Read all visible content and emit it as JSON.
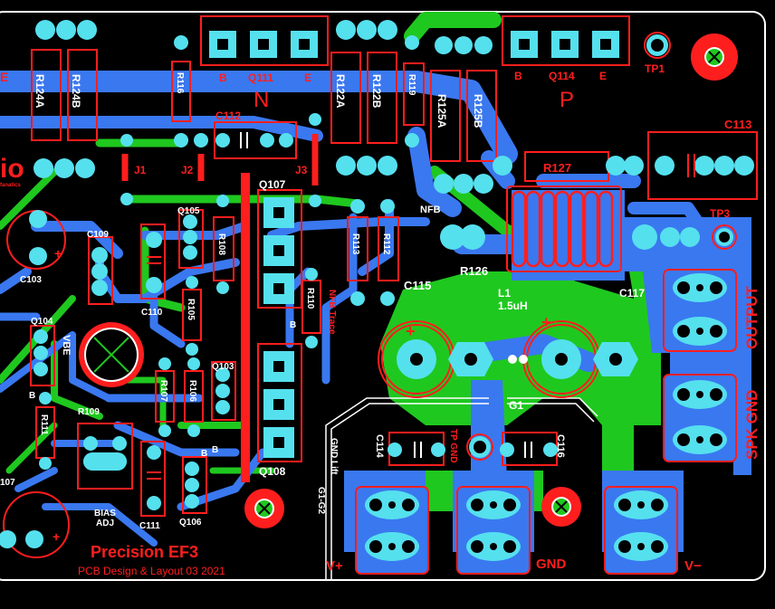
{
  "board": {
    "title": "Precision EF3",
    "subtitle": "PCB Design & Layout 03 2021",
    "fanatics": "fanatics",
    "fragment_text": "io"
  },
  "colors": {
    "background": "#000000",
    "bottom_copper": "#3a78f0",
    "top_copper": "#1fc81f",
    "silkscreen": "#ff1e1e",
    "pad": "#55e0ee",
    "outline": "#ffffff"
  },
  "transistors": [
    {
      "ref": "Q111",
      "type": "N",
      "pins": [
        "B",
        "E"
      ]
    },
    {
      "ref": "Q114",
      "type": "P",
      "pins": [
        "B",
        "E"
      ]
    },
    {
      "ref": "Q107",
      "pins": [],
      "extra": "B"
    },
    {
      "ref": "Q108",
      "pins": []
    },
    {
      "ref": "Q105"
    },
    {
      "ref": "Q103",
      "extra": "B"
    },
    {
      "ref": "Q104",
      "extra": "B"
    },
    {
      "ref": "Q106",
      "extra": "B"
    }
  ],
  "resistors": [
    "R124A",
    "R124B",
    "R116",
    "R122A",
    "R122B",
    "R119",
    "R125A",
    "R125B",
    "R127",
    "R126",
    "R113",
    "R112",
    "R110",
    "R111",
    "R105",
    "R107",
    "R106",
    "R108",
    "R109"
  ],
  "capacitors": [
    "C112",
    "C113",
    "C109",
    "C110",
    "C103",
    "C115",
    "C117",
    "C114",
    "C116",
    "C111"
  ],
  "jumpers": [
    "J1",
    "J2",
    "J3"
  ],
  "test_points": [
    "TP1",
    "TP3",
    "TP GND"
  ],
  "labels": {
    "nfb": "NFB",
    "nfb_trace": "NFB Trace",
    "gnd_lift": "GND Lift",
    "gnd_lift_2": "G1-G2",
    "vbe": "VBE",
    "bias": "BIAS",
    "adj": "ADJ",
    "inductor": "L1",
    "inductance": "1.5uH",
    "g1": "G1",
    "output": "OUTPUT",
    "spk_gnd": "SPK GND",
    "vplus": "V+",
    "gnd": "GND",
    "vminus": "V−",
    "plus": "+",
    "c107": "107"
  }
}
